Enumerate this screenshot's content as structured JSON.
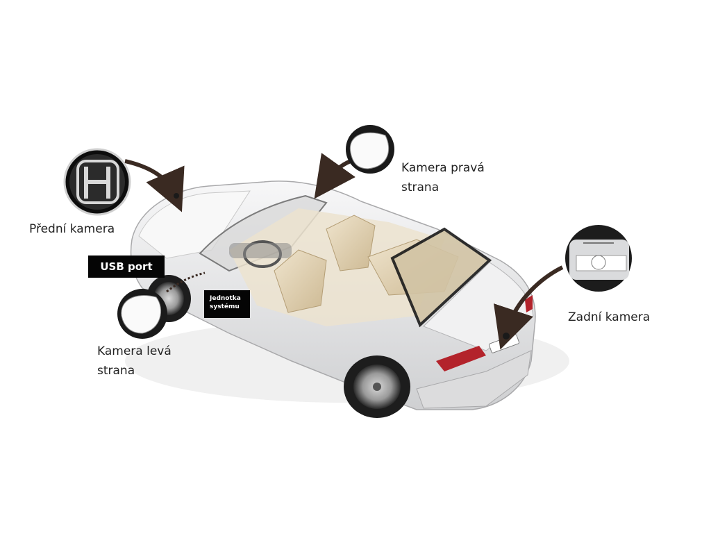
{
  "labels": {
    "front_camera": "Přední kamera",
    "right_camera_line1": "Kamera pravá",
    "right_camera_line2": "strana",
    "left_camera_line1": "Kamera levá",
    "left_camera_line2": "strana",
    "rear_camera": "Zadní kamera",
    "usb_port": "USB port",
    "system_unit_line1": "Jednotka",
    "system_unit_line2": "systému"
  },
  "colors": {
    "car_body": "#e9e9ea",
    "interior": "#e3d6bd",
    "glass": "#bfbfbf",
    "tail_light": "#b3232b",
    "callout_arrow": "#3a2a22",
    "tag_bg": "#050505"
  }
}
